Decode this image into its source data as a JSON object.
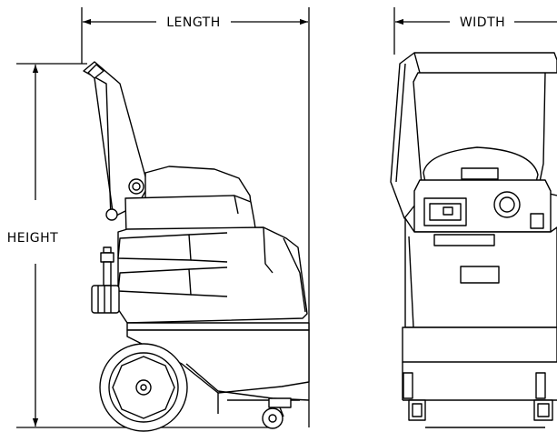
{
  "dimensions": {
    "length_label": "LENGTH",
    "width_label": "WIDTH",
    "height_label": "HEIGHT"
  },
  "colors": {
    "line": "#000000",
    "background": "#ffffff"
  }
}
